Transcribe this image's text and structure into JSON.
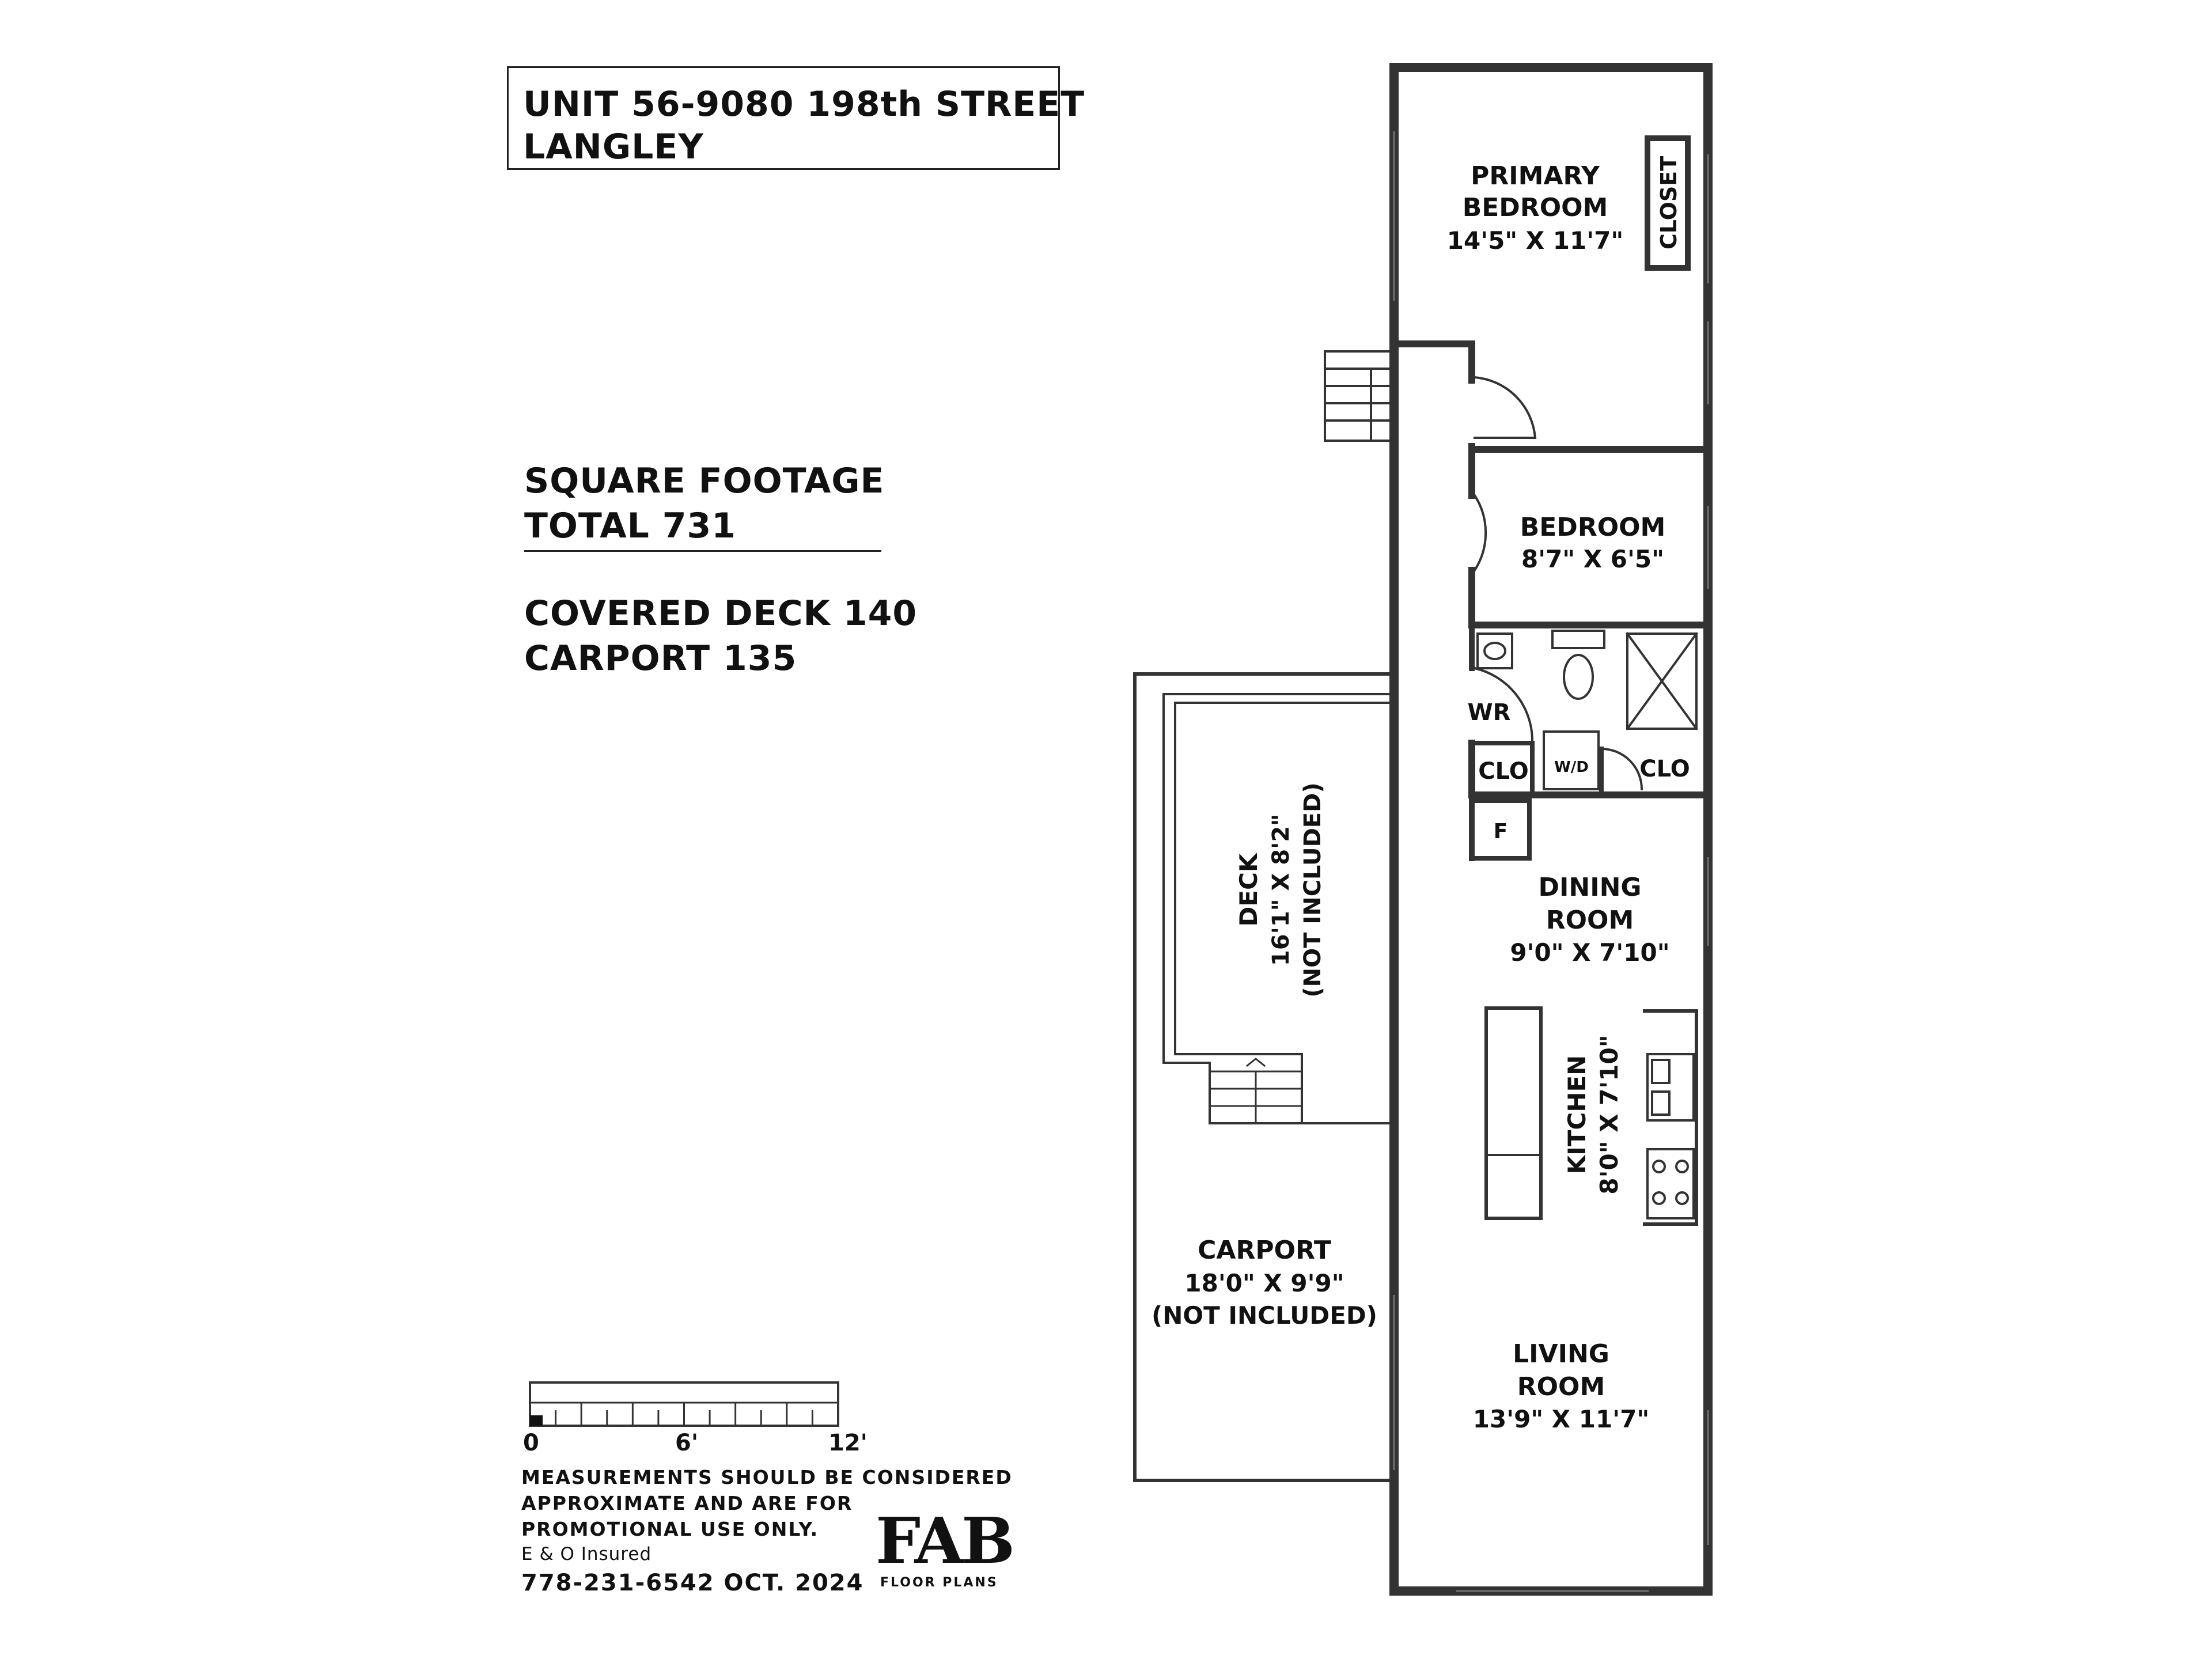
{
  "title": {
    "line1": "UNIT 56-9080 198th STREET",
    "line2": "LANGLEY"
  },
  "stats": {
    "sqft_label": "SQUARE FOOTAGE",
    "total_line": "TOTAL 731",
    "deck_line": "COVERED DECK 140",
    "carport_line": "CARPORT 135"
  },
  "rooms": {
    "primary_bedroom": {
      "name1": "PRIMARY",
      "name2": "BEDROOM",
      "size": "14'5\" X 11'7\""
    },
    "closet": {
      "name": "CLOSET"
    },
    "bedroom": {
      "name": "BEDROOM",
      "size": "8'7\" X 6'5\""
    },
    "wr": {
      "name": "WR"
    },
    "clo_left": {
      "name": "CLO"
    },
    "wd": {
      "name": "W/D"
    },
    "clo_right": {
      "name": "CLO"
    },
    "f": {
      "name": "F"
    },
    "dining": {
      "name1": "DINING",
      "name2": "ROOM",
      "size": "9'0\" X 7'10\""
    },
    "kitchen": {
      "name": "KITCHEN",
      "size": "8'0\" X 7'10\""
    },
    "living": {
      "name1": "LIVING",
      "name2": "ROOM",
      "size": "13'9\" X 11'7\""
    },
    "deck": {
      "name": "DECK",
      "size": "16'1\" X 8'2\"",
      "note": "(NOT INCLUDED)"
    },
    "carport": {
      "name": "CARPORT",
      "size": "18'0\" X 9'9\"",
      "note": "(NOT INCLUDED)"
    }
  },
  "scale": {
    "labels": [
      "0",
      "6'",
      "12'"
    ]
  },
  "notes": {
    "line1": "MEASUREMENTS SHOULD BE CONSIDERED",
    "line2": "APPROXIMATE AND ARE FOR",
    "line3": "PROMOTIONAL USE ONLY.",
    "line4": "E & O Insured",
    "line5": "778-231-6542  OCT. 2024"
  },
  "logo": {
    "mark": "FAB",
    "sub": "FLOOR PLANS"
  }
}
